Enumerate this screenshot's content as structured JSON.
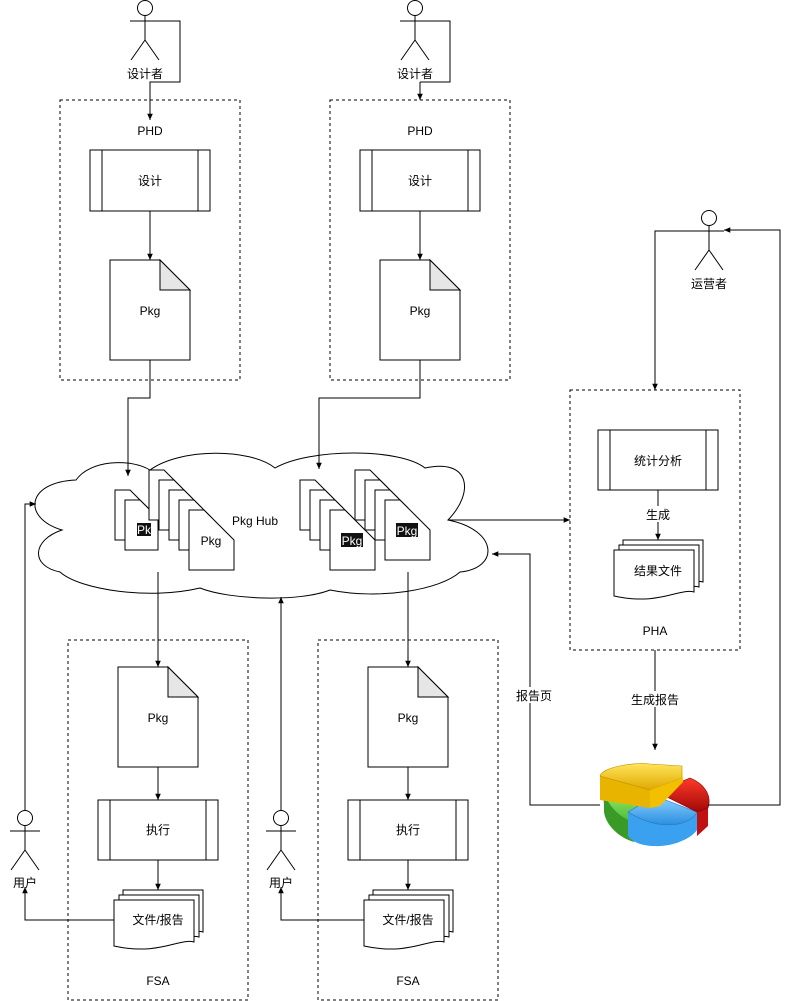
{
  "actors": {
    "designer_1": "设计者",
    "designer_2": "设计者",
    "operator": "运营者",
    "user_1": "用户",
    "user_2": "用户"
  },
  "phd_1": {
    "title": "PHD",
    "design": "设计",
    "pkg": "Pkg"
  },
  "phd_2": {
    "title": "PHD",
    "design": "设计",
    "pkg": "Pkg"
  },
  "hub": {
    "label": "Pkg Hub",
    "pkg_left_front": "Pkg",
    "pkg_left_highlight": "Pkg",
    "pkg_right_highlight_1": "Pkg",
    "pkg_right_highlight_2": "Pkg"
  },
  "pha": {
    "title": "PHA",
    "analysis": "统计分析",
    "generate": "生成",
    "result": "结果文件"
  },
  "fsa_1": {
    "title": "FSA",
    "pkg": "Pkg",
    "execute": "执行",
    "report": "文件/报告"
  },
  "fsa_2": {
    "title": "FSA",
    "pkg": "Pkg",
    "execute": "执行",
    "report": "文件/报告"
  },
  "edges": {
    "generate_report": "生成报告",
    "report_page": "报告页"
  },
  "chart_icon": {
    "name": "pie-chart-icon",
    "colors": [
      "#f5c518",
      "#d01818",
      "#3aa0f0",
      "#46b83a"
    ]
  }
}
